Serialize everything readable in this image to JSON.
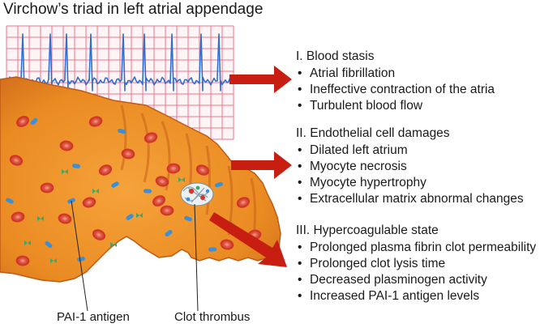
{
  "title": "Virchow’s triad in left atrial appendage",
  "sections": [
    {
      "heading": "I. Blood stasis",
      "items": [
        "Atrial fibrillation",
        "Ineffective contraction of the atria",
        "Turbulent blood flow"
      ]
    },
    {
      "heading": "II. Endothelial cell damages",
      "items": [
        "Dilated left atrium",
        "Myocyte necrosis",
        "Myocyte hypertrophy",
        "Extracellular matrix abnormal changes"
      ]
    },
    {
      "heading": "III. Hypercoagulable state",
      "items": [
        "Prolonged plasma fibrin clot permeability",
        "Prolonged clot lysis time",
        "Decreased plasminogen activity",
        "Increased PAI-1 antigen levels"
      ]
    }
  ],
  "callouts": {
    "pai1": "PAI-1 antigen",
    "clot": "Clot thrombus"
  },
  "bullet": "•",
  "colors": {
    "ecg_grid": "#e8738a",
    "ecg_trace": "#2e6fd0",
    "tissue": "#e8871e",
    "tissue_edge": "#b8551a",
    "red_cell": "#d9362a",
    "arrow": "#c81d11",
    "antigen": "#3a8fd6",
    "platelet": "#3aa86b"
  }
}
